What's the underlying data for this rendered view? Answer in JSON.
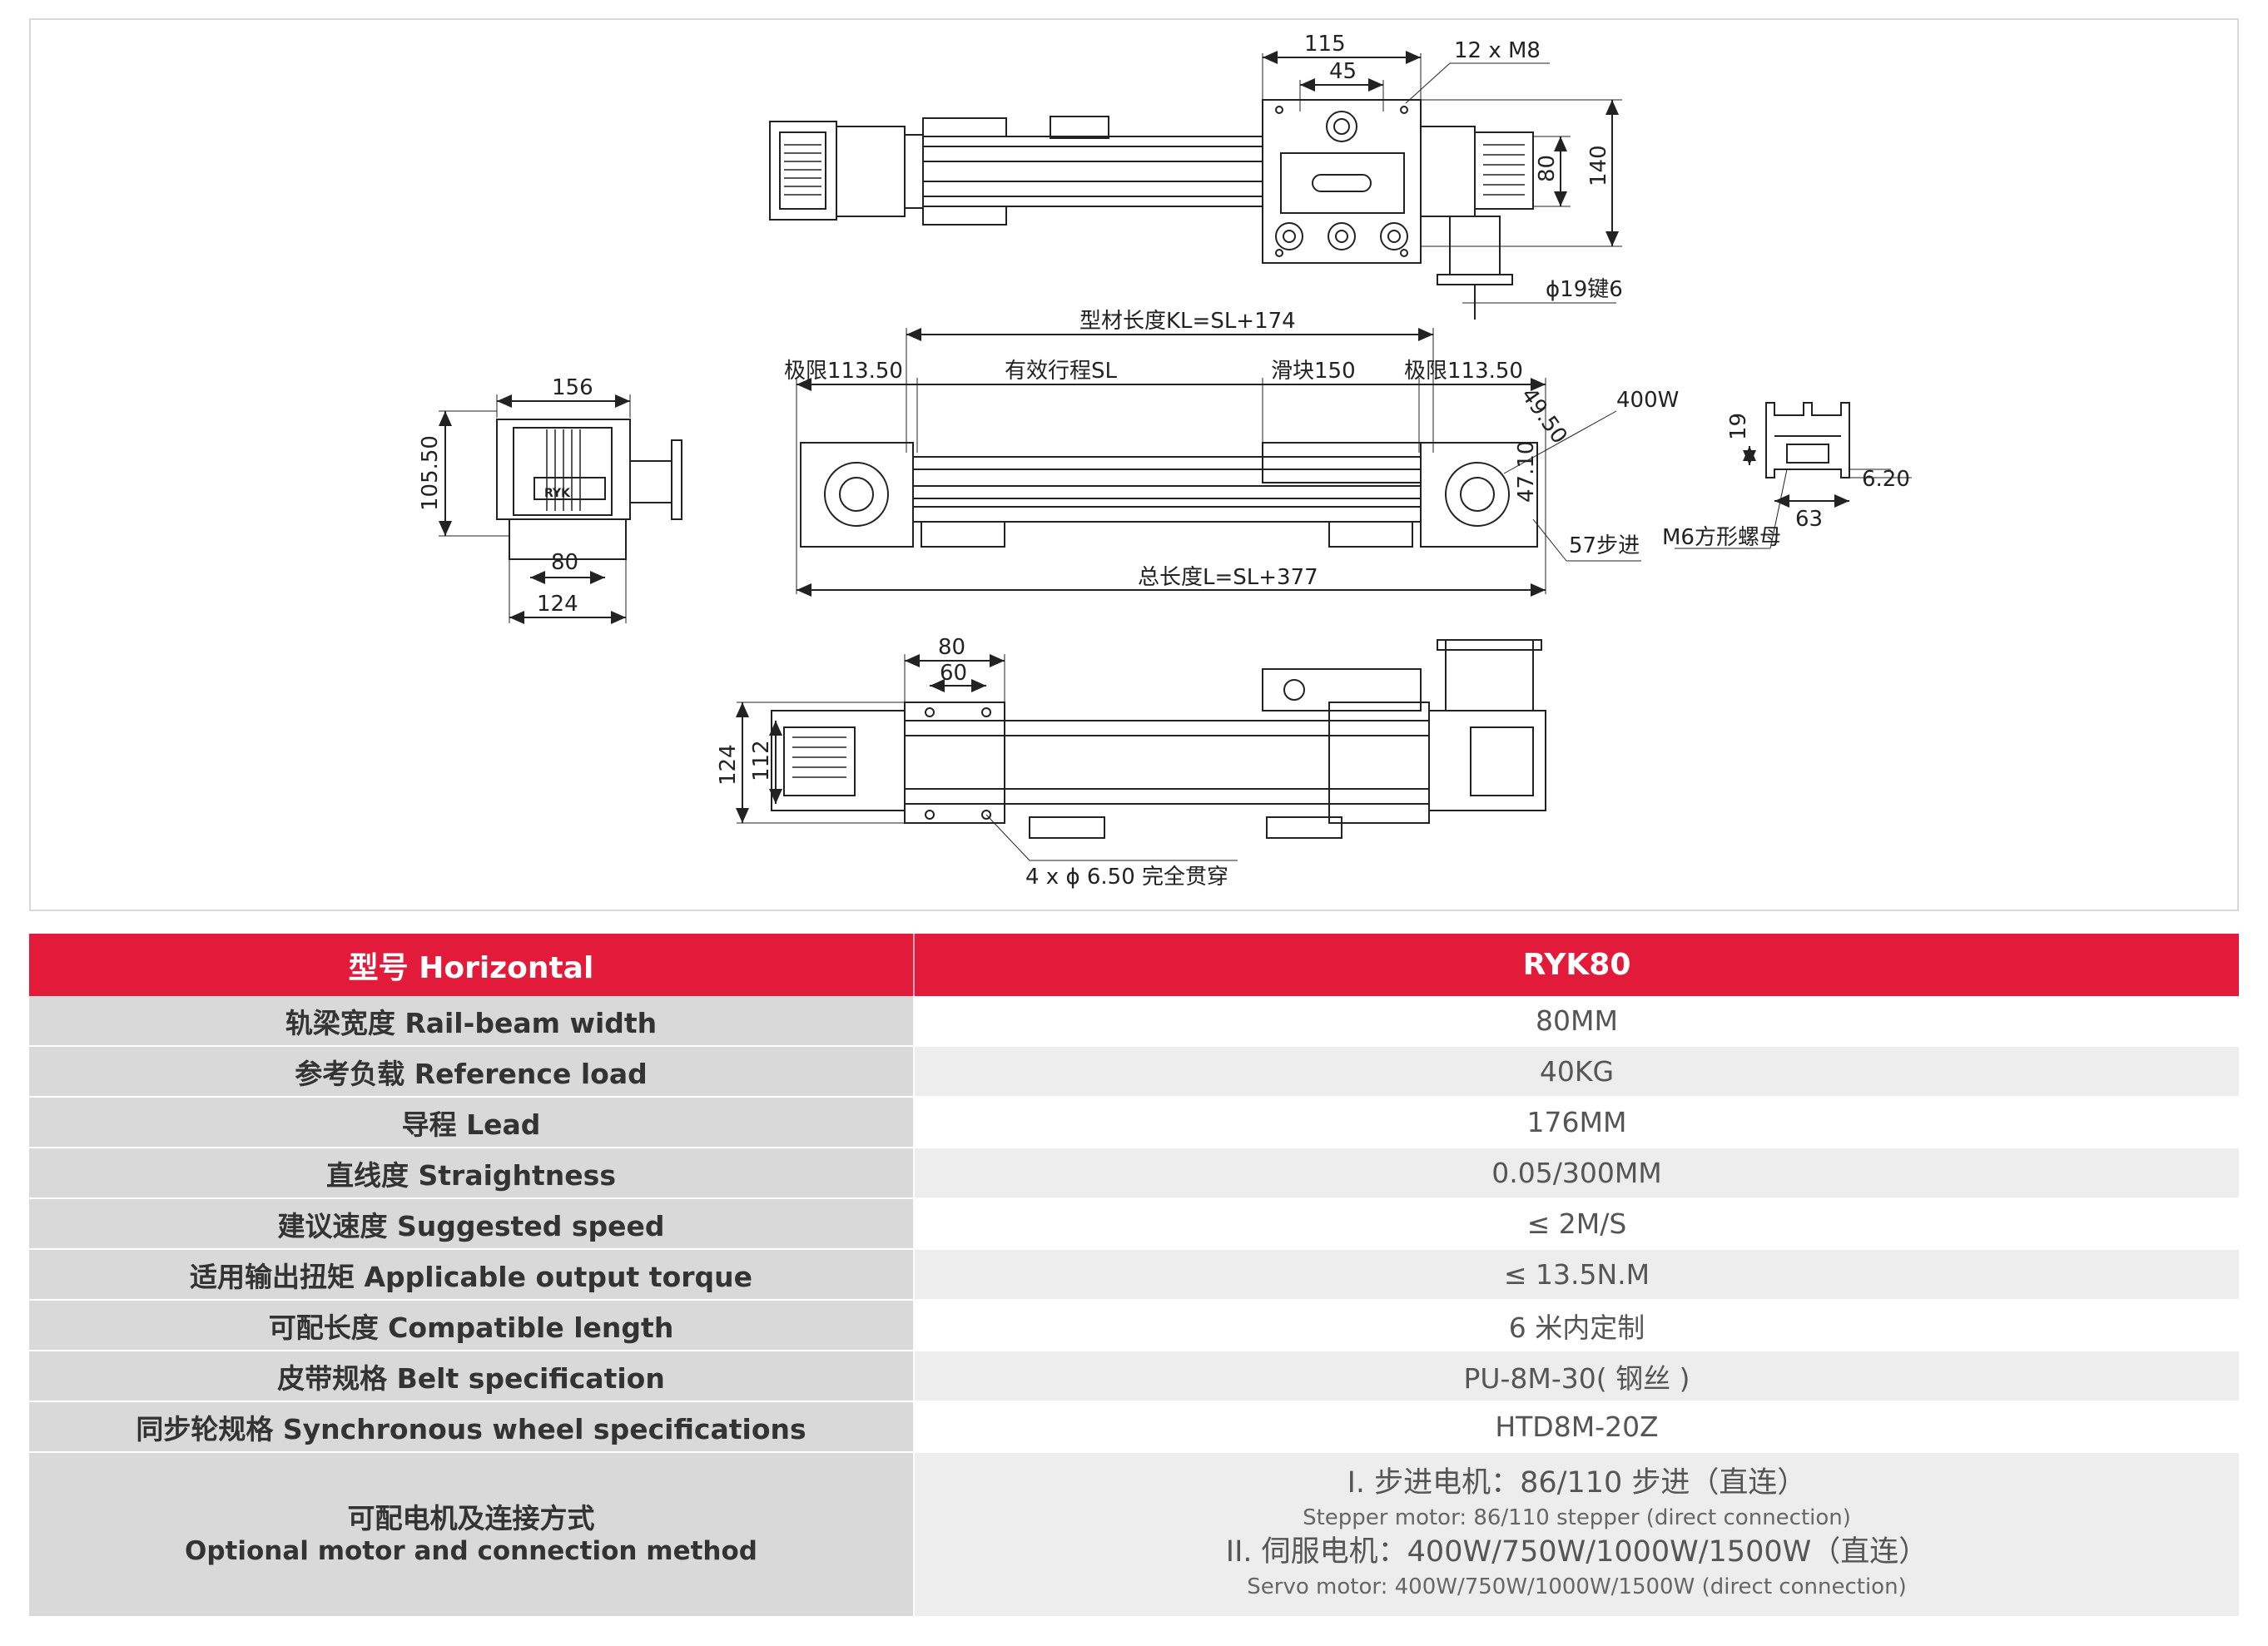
{
  "drawing": {
    "top_view": {
      "dim_115": "115",
      "dim_45": "45",
      "dim_12xM8": "12 x  M8",
      "dim_80": "80",
      "dim_140": "140",
      "dim_shaft": "ϕ19键6"
    },
    "side_view": {
      "dim_156": "156",
      "dim_105_50": "105.50",
      "dim_80": "80",
      "dim_124": "124"
    },
    "front_view": {
      "kl": "型材长度KL=SL+174",
      "limit_left": "极限113.50",
      "stroke": "有效行程SL",
      "slider": "滑块150",
      "limit_right": "极限113.50",
      "dim_49_50": "49.50",
      "dim_47_10": "47.10",
      "motor_400w": "400W",
      "stepper_57": "57步进",
      "total_length": "总长度L=SL+377"
    },
    "profile": {
      "dim_19": "19",
      "dim_6_20": "6.20",
      "dim_63": "63",
      "nut": "M6方形螺母"
    },
    "bottom_view": {
      "dim_80": "80",
      "dim_60": "60",
      "dim_124": "124",
      "dim_112": "112",
      "holes": "4 x ϕ 6.50 完全贯穿"
    },
    "logo_text": "RYK"
  },
  "table": {
    "header_left": "型号 Horizontal",
    "header_right": "RYK80",
    "rows": [
      {
        "label": "轨梁宽度 Rail-beam width",
        "value": "80MM"
      },
      {
        "label": "参考负载 Reference load",
        "value": "40KG"
      },
      {
        "label": "导程 Lead",
        "value": "176MM"
      },
      {
        "label": "直线度 Straightness",
        "value": "0.05/300MM"
      },
      {
        "label": "建议速度 Suggested speed",
        "value": "≤ 2M/S"
      },
      {
        "label": "适用输出扭矩 Applicable output torque",
        "value": "≤ 13.5N.M"
      },
      {
        "label": "可配长度 Compatible length",
        "value": "6 米内定制"
      },
      {
        "label": "皮带规格 Belt specification",
        "value": "PU-8M-30( 钢丝 )"
      },
      {
        "label": "同步轮规格 Synchronous wheel specifications",
        "value": "HTD8M-20Z"
      }
    ],
    "motor": {
      "label_cn": "可配电机及连接方式",
      "label_en": "Optional motor and connection method",
      "line1": "I. 步进电机：86/110 步进（直连）",
      "line1_en": "Stepper motor: 86/110 stepper (direct connection)",
      "line2": "II. 伺服电机：400W/750W/1000W/1500W（直连）",
      "line2_en": "Servo motor: 400W/750W/1000W/1500W (direct connection)"
    }
  }
}
